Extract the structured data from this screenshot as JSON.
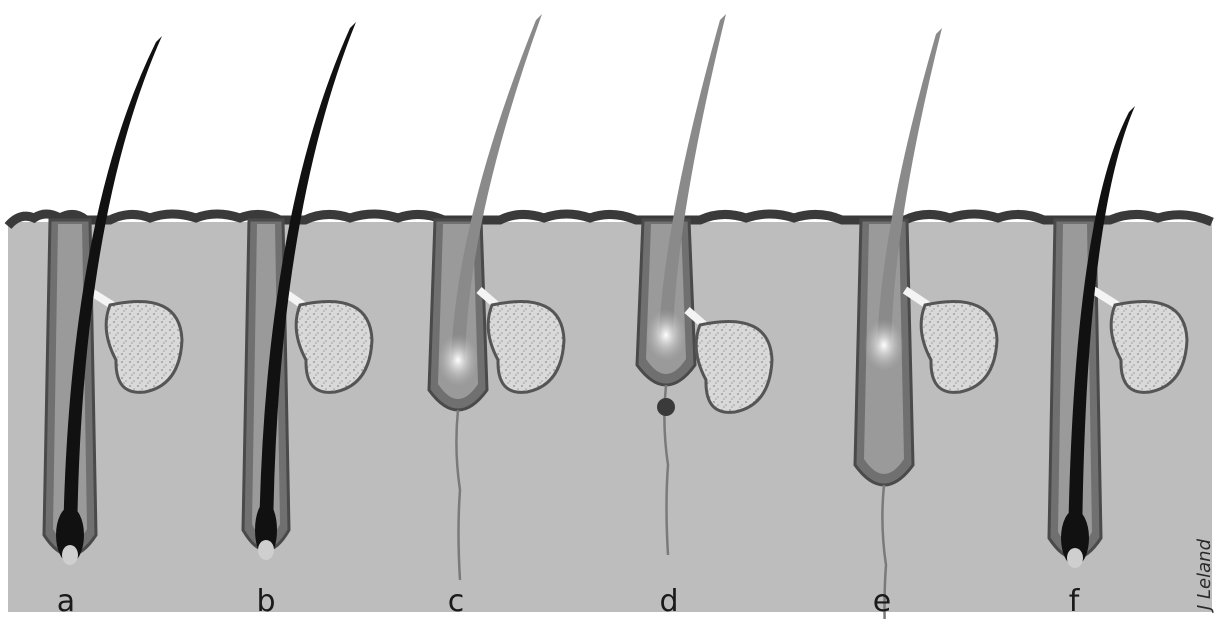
{
  "figure": {
    "panel_labels": [
      "a",
      "b",
      "c",
      "d",
      "e",
      "f"
    ],
    "signature": "J Leland"
  },
  "colors": {
    "background": "#ffffff",
    "skin": "#bdbdbd",
    "epidermis": "#3a3a3a",
    "sheath": "#707070",
    "hair_dark": "#111111",
    "hair_light": "#8a8a8a",
    "gland_fill": "#d8d8d8",
    "highlight": "#f4f4f4"
  }
}
